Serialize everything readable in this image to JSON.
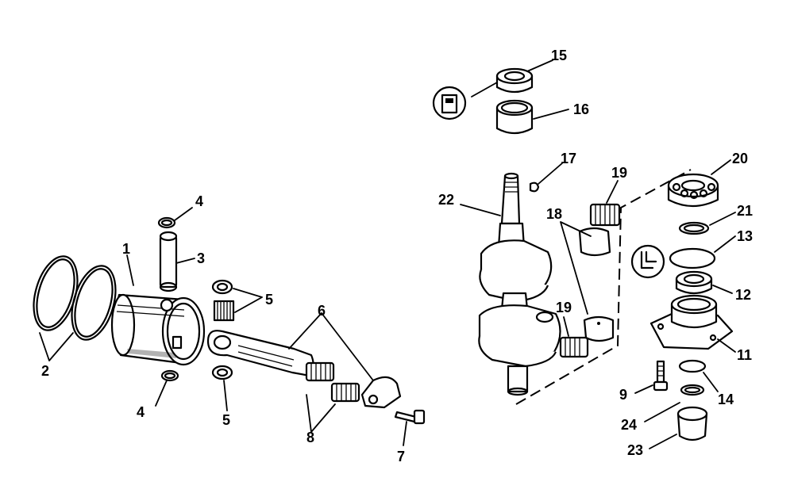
{
  "callouts": [
    {
      "label": "1",
      "part": "piston"
    },
    {
      "label": "2",
      "part": "piston-ring"
    },
    {
      "label": "3",
      "part": "piston-pin"
    },
    {
      "label": "4",
      "part": "retaining-ring"
    },
    {
      "label": "4",
      "part": "retaining-ring"
    },
    {
      "label": "5",
      "part": "thrust-washer"
    },
    {
      "label": "5",
      "part": "thrust-washer"
    },
    {
      "label": "6",
      "part": "connecting-rod"
    },
    {
      "label": "7",
      "part": "rod-screw"
    },
    {
      "label": "8",
      "part": "rod-bearing-cage"
    },
    {
      "label": "9",
      "part": "screw"
    },
    {
      "label": "11",
      "part": "lower-bearing-housing"
    },
    {
      "label": "12",
      "part": "seal"
    },
    {
      "label": "13",
      "part": "o-ring"
    },
    {
      "label": "14",
      "part": "o-ring"
    },
    {
      "label": "15",
      "part": "seal"
    },
    {
      "label": "16",
      "part": "needle-bearing"
    },
    {
      "label": "17",
      "part": "key"
    },
    {
      "label": "18",
      "part": "bearing-race"
    },
    {
      "label": "19",
      "part": "bearing-cage"
    },
    {
      "label": "19",
      "part": "bearing-cage"
    },
    {
      "label": "20",
      "part": "ball-bearing"
    },
    {
      "label": "21",
      "part": "retaining-ring"
    },
    {
      "label": "22",
      "part": "crankshaft"
    },
    {
      "label": "23",
      "part": "cap"
    },
    {
      "label": "24",
      "part": "seal"
    }
  ],
  "icons": [
    "sealant-icon",
    "lubricant-icon"
  ]
}
